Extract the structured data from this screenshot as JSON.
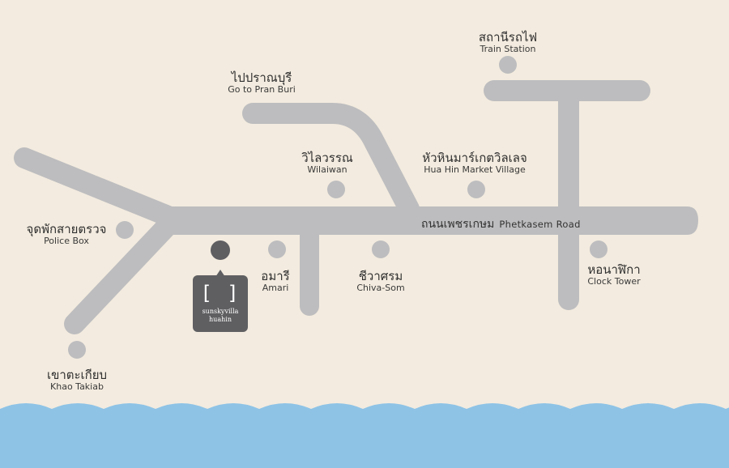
{
  "road": {
    "thai": "ถนนเพชรเกษม",
    "english": "Phetkasem Road"
  },
  "landmarks": {
    "train_station": {
      "thai": "สถานีรถไฟ",
      "english": "Train Station"
    },
    "pran_buri": {
      "thai": "ไปปราณบุรี",
      "english": "Go to Pran Buri"
    },
    "wilaiwan": {
      "thai": "วิไลวรรณ",
      "english": "Wilaiwan"
    },
    "market_village": {
      "thai": "หัวหินมาร์เกตวิลเลจ",
      "english": "Hua Hin Market Village"
    },
    "police_box": {
      "thai": "จุดพักสายตรวจ",
      "english": "Police Box"
    },
    "amari": {
      "thai": "อมารี",
      "english": "Amari"
    },
    "chiva_som": {
      "thai": "ชีวาศรม",
      "english": "Chiva-Som"
    },
    "clock_tower": {
      "thai": "หอนาฬิกา",
      "english": "Clock Tower"
    },
    "khao_takiab": {
      "thai": "เขาตะเกียบ",
      "english": "Khao Takiab"
    }
  },
  "hotel": {
    "mark": "[ ]",
    "line1": "sunskyvilla",
    "line2": "huahin"
  },
  "colors": {
    "background": "#f3ebdf",
    "road": "#bdbdbf",
    "sea": "#8ec3e6",
    "hotel": "#5f5f62"
  }
}
